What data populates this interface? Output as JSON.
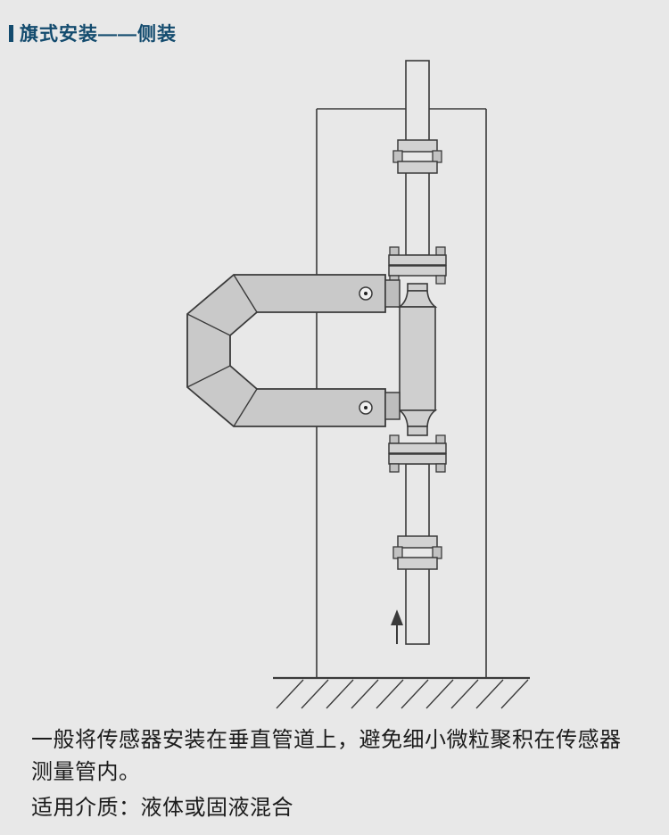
{
  "page": {
    "bg_color": "#e8e8e8"
  },
  "header": {
    "title": "旗式安装——侧装",
    "accent_color": "#134b6e"
  },
  "diagram": {
    "type": "installation-diagram",
    "flow_direction": "up",
    "colors": {
      "line": "#3a3a3a",
      "pipe_fill": "#e8e8e8",
      "flange_plate_fill": "#d2d2d2",
      "meter_body_fill": "#cfcfcf",
      "sensor_fill": "#c9c9c9"
    }
  },
  "notes": {
    "paragraph1": "一般将传感器安装在垂直管道上，避免细小微粒聚积在传感器测量管内。",
    "paragraph2": "适用介质：液体或固液混合"
  }
}
